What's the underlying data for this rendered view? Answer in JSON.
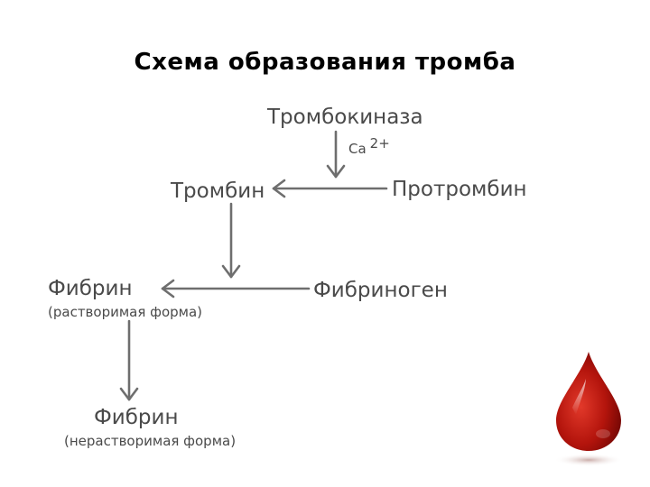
{
  "title": "Схема образования тромба",
  "nodes": {
    "thrombokinase": "Тромбокиназа",
    "calcium": {
      "symbol": "Ca",
      "charge": "2+"
    },
    "thrombin": "Тромбин",
    "prothrombin": "Протромбин",
    "fibrin_soluble": {
      "name": "Фибрин",
      "form": "(растворимая форма)"
    },
    "fibrinogen": "Фибриноген",
    "fibrin_insoluble": {
      "name": "Фибрин",
      "form": "(нерастворимая форма)"
    }
  },
  "colors": {
    "arrow": "#6e6e6e",
    "text": "#4a4a4a",
    "drop_main": "#b3140c",
    "drop_dark": "#6a0503"
  }
}
